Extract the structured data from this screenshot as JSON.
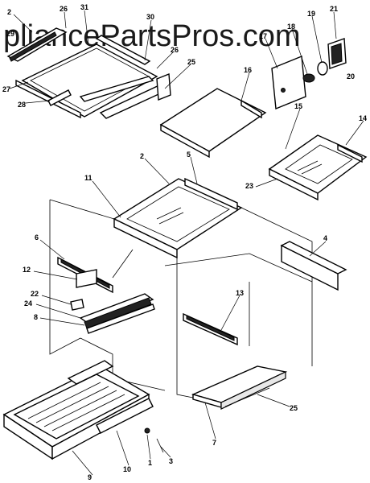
{
  "watermark": "pliancePartsPros.com",
  "callouts": [
    {
      "id": "c2a",
      "text": "2"
    },
    {
      "id": "c26a",
      "text": "26"
    },
    {
      "id": "c31",
      "text": "31"
    },
    {
      "id": "c30",
      "text": "30"
    },
    {
      "id": "c29",
      "text": "29"
    },
    {
      "id": "c26b",
      "text": "26"
    },
    {
      "id": "c25a",
      "text": "25"
    },
    {
      "id": "c27",
      "text": "27"
    },
    {
      "id": "c28",
      "text": "28"
    },
    {
      "id": "c17",
      "text": "17"
    },
    {
      "id": "c18",
      "text": "18"
    },
    {
      "id": "c19",
      "text": "19"
    },
    {
      "id": "c21",
      "text": "21"
    },
    {
      "id": "c20",
      "text": "20"
    },
    {
      "id": "c16",
      "text": "16"
    },
    {
      "id": "c15",
      "text": "15"
    },
    {
      "id": "c14",
      "text": "14"
    },
    {
      "id": "c23",
      "text": "23"
    },
    {
      "id": "c2b",
      "text": "2"
    },
    {
      "id": "c5",
      "text": "5"
    },
    {
      "id": "c11",
      "text": "11"
    },
    {
      "id": "c6",
      "text": "6"
    },
    {
      "id": "c4",
      "text": "4"
    },
    {
      "id": "c12",
      "text": "12"
    },
    {
      "id": "c22",
      "text": "22"
    },
    {
      "id": "c24",
      "text": "24"
    },
    {
      "id": "c8",
      "text": "8"
    },
    {
      "id": "c13",
      "text": "13"
    },
    {
      "id": "c25b",
      "text": "25"
    },
    {
      "id": "c7",
      "text": "7"
    },
    {
      "id": "c9",
      "text": "9"
    },
    {
      "id": "c10",
      "text": "10"
    },
    {
      "id": "c1",
      "text": "1"
    },
    {
      "id": "c3",
      "text": "3"
    }
  ]
}
